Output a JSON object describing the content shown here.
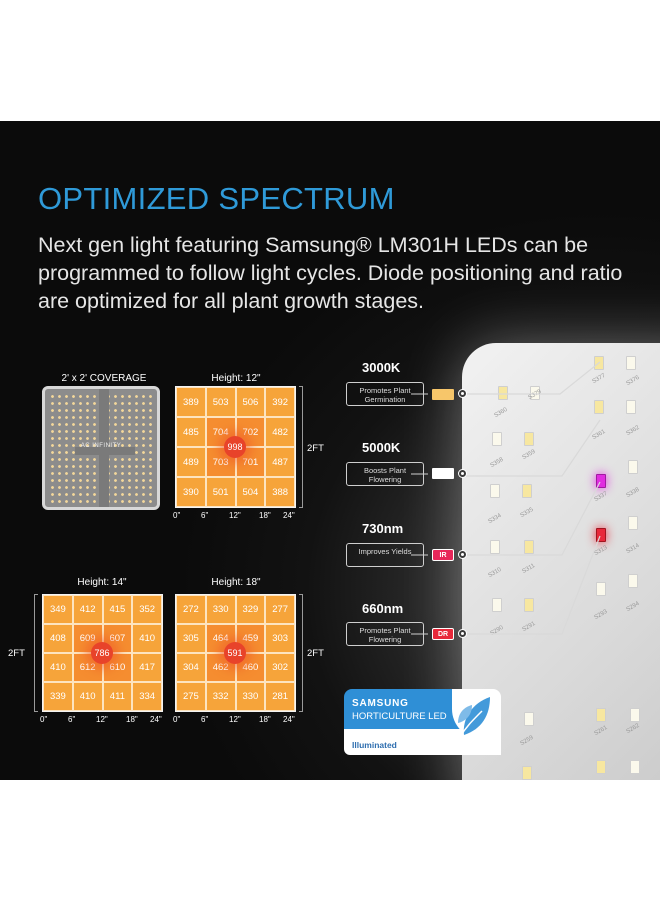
{
  "headline": "OPTIMIZED SPECTRUM",
  "description": "Next gen light featuring Samsung® LM301H LEDs can be programmed to follow light cycles. Diode positioning and ratio are optimized for all plant growth stages.",
  "callouts": [
    {
      "title": "3000K",
      "box": "Promotes Plant Germination",
      "tag": "",
      "swatch_color": "#f7c66a"
    },
    {
      "title": "5000K",
      "box": "Boosts Plant Flowering",
      "tag": "",
      "swatch_color": "#ffffff"
    },
    {
      "title": "730nm",
      "box": "Improves Yields",
      "tag": "IR",
      "swatch_color": "#e8265a"
    },
    {
      "title": "660nm",
      "box": "Promotes Plant Flowering",
      "tag": "DR",
      "swatch_color": "#e8283a"
    }
  ],
  "coverage": {
    "label": "2' x 2' COVERAGE",
    "brand": "AC INFINITY"
  },
  "grids": [
    {
      "title": "Height: 12\"",
      "values": [
        389,
        503,
        506,
        392,
        485,
        704,
        702,
        482,
        489,
        703,
        701,
        487,
        390,
        501,
        504,
        388
      ],
      "center": 998,
      "side_label": "2FT",
      "ticks": [
        "0\"",
        "6\"",
        "12\"",
        "18\"",
        "24\""
      ]
    },
    {
      "title": "Height: 14\"",
      "values": [
        349,
        412,
        415,
        352,
        408,
        609,
        607,
        410,
        410,
        612,
        610,
        417,
        339,
        410,
        411,
        334
      ],
      "center": 786,
      "side_label": "2FT",
      "ticks": [
        "0\"",
        "6\"",
        "12\"",
        "18\"",
        "24\""
      ]
    },
    {
      "title": "Height: 18\"",
      "values": [
        272,
        330,
        329,
        277,
        305,
        464,
        459,
        303,
        304,
        462,
        460,
        302,
        275,
        332,
        330,
        281
      ],
      "center": 591,
      "side_label": "2FT",
      "ticks": [
        "0\"",
        "6\"",
        "12\"",
        "18\"",
        "24\""
      ]
    }
  ],
  "led_labels": [
    "S379",
    "S377",
    "S376",
    "S360",
    "S361",
    "S362",
    "S358",
    "S359",
    "S337",
    "S338",
    "S334",
    "S335",
    "S313",
    "S314",
    "S310",
    "S311",
    "S293",
    "S294",
    "S290",
    "S291",
    "S259",
    "S261",
    "S262"
  ],
  "badge": {
    "brand": "SAMSUNG",
    "line": "HORTICULTURE LED",
    "status": "Illuminated"
  },
  "colors": {
    "background": "#0b0b0b",
    "headline": "#2f9ad8",
    "grid_cell": "#f5a236",
    "hotspot": "#e8432a",
    "badge_blue": "#2f8fd6"
  }
}
